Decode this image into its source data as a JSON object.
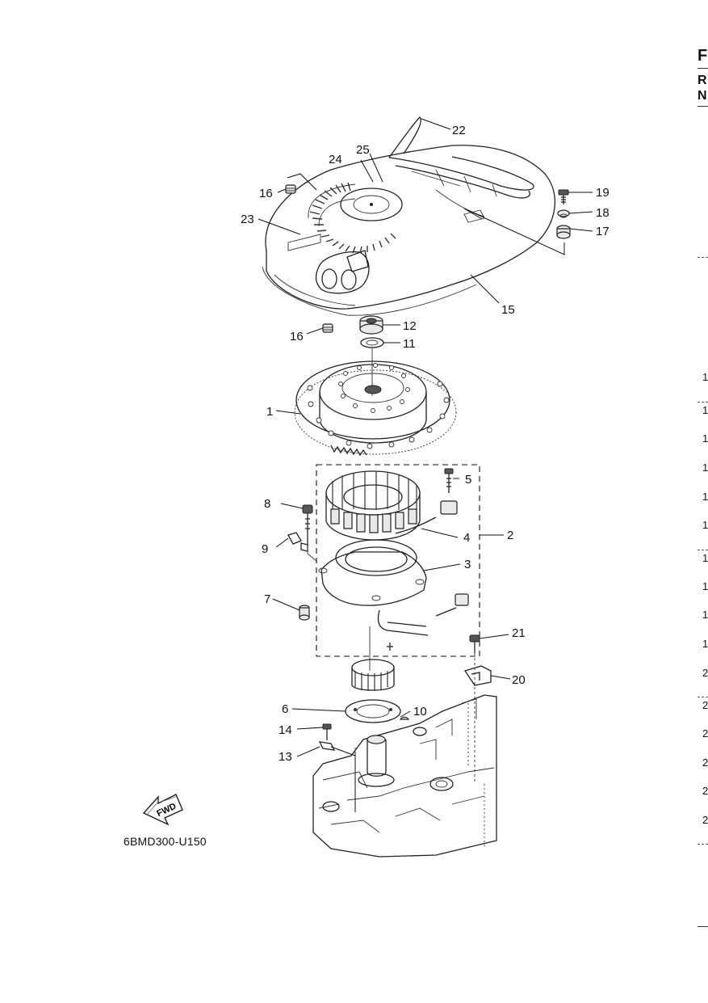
{
  "diagram": {
    "code": "6BMD300-U150",
    "fwd_label": "FWD",
    "callouts": [
      "1",
      "2",
      "3",
      "4",
      "5",
      "6",
      "7",
      "8",
      "9",
      "10",
      "11",
      "12",
      "13",
      "14",
      "15",
      "16",
      "16",
      "17",
      "18",
      "19",
      "20",
      "21",
      "22",
      "23",
      "24",
      "25"
    ]
  },
  "edge": {
    "header_letters": [
      "F",
      "R",
      "N"
    ],
    "row_digits": [
      "1",
      "1",
      "1",
      "1",
      "1",
      "1",
      "1",
      "1",
      "1",
      "1",
      "2",
      "2",
      "2",
      "2",
      "2",
      "2"
    ]
  }
}
